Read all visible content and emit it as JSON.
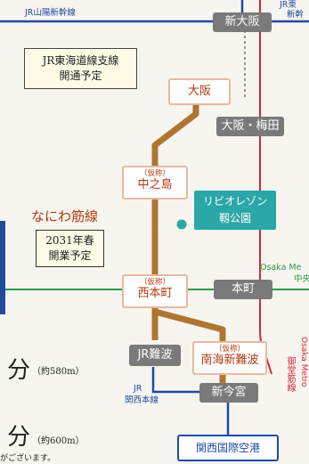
{
  "colors": {
    "background": "#f7f5f0",
    "sanyo_shinkansen": "#1f4aa0",
    "nanba_line": "#b07531",
    "chuo_line": "#2e9b4a",
    "midosuji_line": "#d42a37",
    "station_grey": "#7a7a7a",
    "teal_accent": "#2aa7a6",
    "new_station_border": "#e6b9a2",
    "new_station_text": "#b23a12",
    "kansai_airport_border": "#1f4aa0"
  },
  "line_labels": {
    "sanyo_shinkansen": "JR山陽新幹線",
    "jr_tokaido_cut": "JR東",
    "shinkansen_cut": "新幹",
    "osaka_metro_chuo": "Osaka Me",
    "chuo_cut": "中央",
    "jr_kansai_main_1": "JR",
    "jr_kansai_main_2": "関西本線",
    "midosuji_1": "Osaka Metro",
    "midosuji_2": "御堂筋線"
  },
  "callouts": {
    "tokaido_branch_1": "JR東海道線支線",
    "tokaido_branch_2": "開通予定",
    "nanba_line_name": "なにわ筋線",
    "opening_1": "2031年春",
    "opening_2": "開業予定"
  },
  "stations": {
    "shin_osaka": "新大阪",
    "osaka": "大阪",
    "osaka_umeda": "大阪・梅田",
    "nakanoshima_sub": "（仮称）",
    "nakanoshima": "中之島",
    "nishihommachi_sub": "（仮称）",
    "nishihommachi": "西本町",
    "hommachi": "本町",
    "jr_namba": "JR難波",
    "nankai_shin_namba_sub": "（仮称）",
    "nankai_shin_namba": "南海新難波",
    "shin_imamiya": "新今宮",
    "kansai_airport": "関西国際空港"
  },
  "property": {
    "name_1": "リビオレゾン",
    "name_2": "靱公園"
  },
  "distances": {
    "row1_unit": "分",
    "row1_distance": "（約580m）",
    "row2_unit": "分",
    "row2_distance": "（約600m）"
  },
  "footnote": "がございます。"
}
